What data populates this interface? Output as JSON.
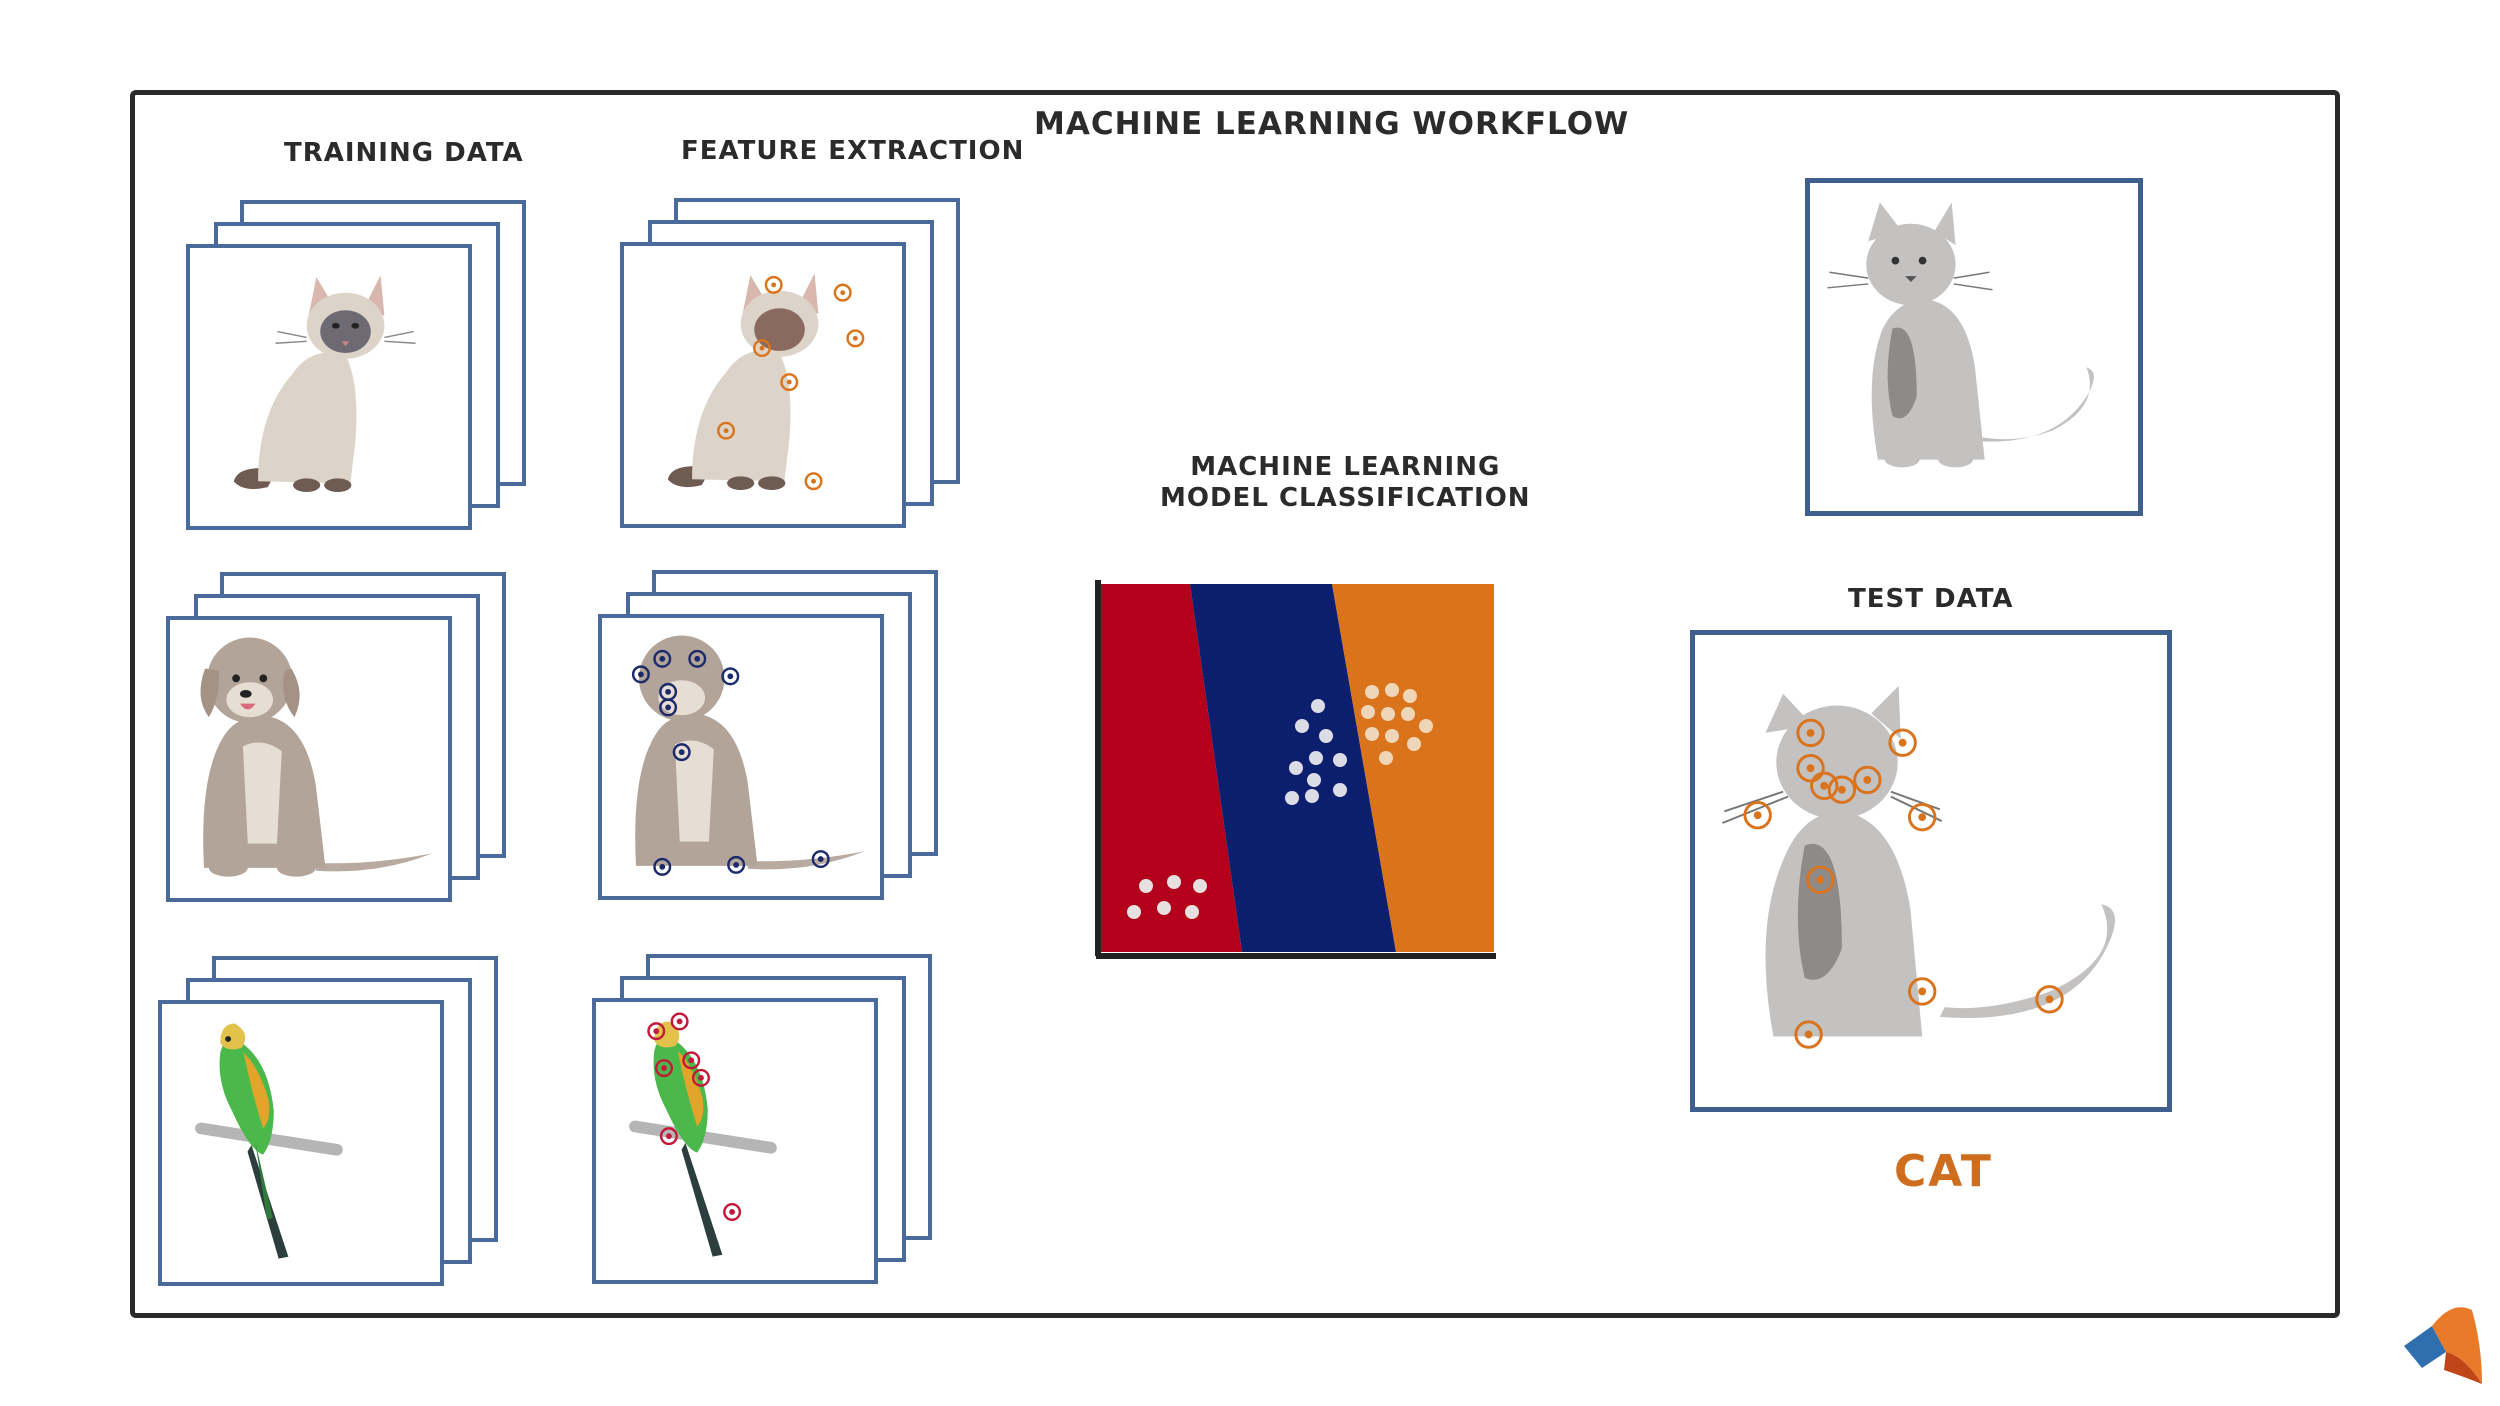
{
  "diagram": {
    "title": "MACHINE LEARNING WORKFLOW",
    "training_data_label": "TRAINING DATA",
    "feature_extraction_label": "FEATURE EXTRACTION",
    "model_label_line1": "MACHINE LEARNING",
    "model_label_line2": "MODEL CLASSIFICATION",
    "test_data_label": "TEST DATA",
    "result_label": "CAT"
  },
  "training_rows": [
    "siamese-cat",
    "dog",
    "parakeet"
  ],
  "classification_regions": [
    "red",
    "navy",
    "orange"
  ],
  "colors": {
    "frame": "#2a2a2a",
    "card_border": "#4a6a9c",
    "region_red": "#b3001b",
    "region_navy": "#0c1e6e",
    "region_orange": "#d9731c",
    "feature_marker_cat": "#d9731c",
    "feature_marker_dog": "#1b2a6b",
    "result": "#cf6d1e"
  }
}
